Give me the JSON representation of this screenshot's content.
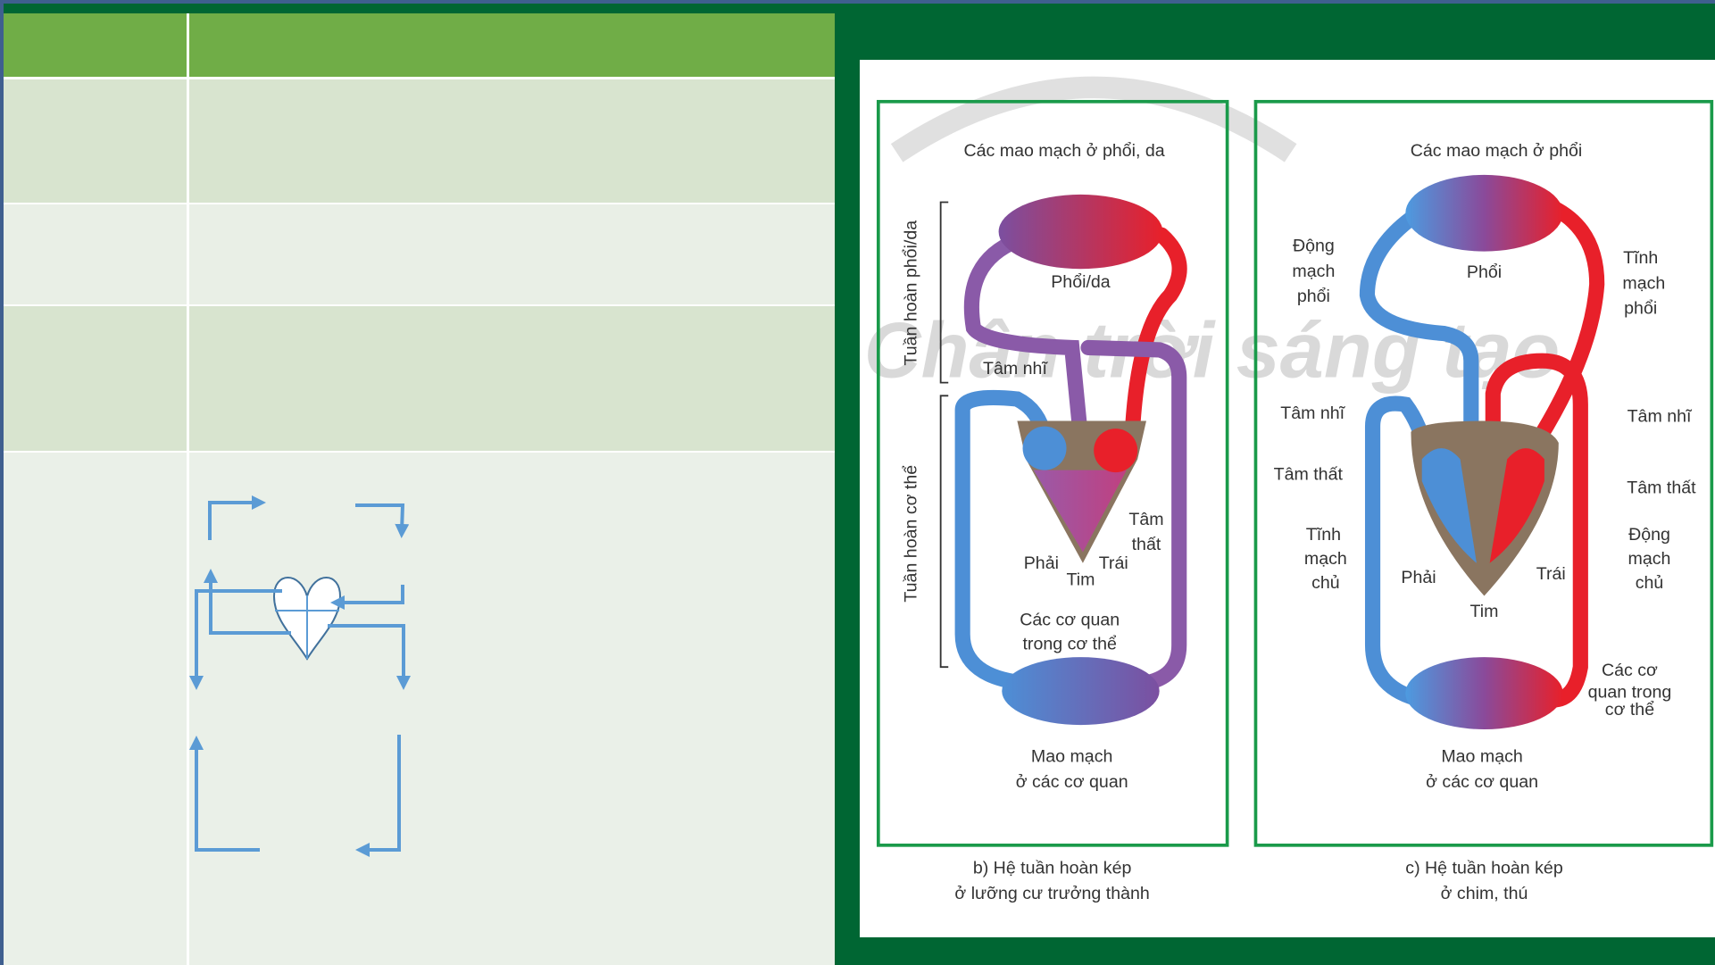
{
  "table": {
    "rows": 5,
    "columns": 2,
    "cells_text": []
  },
  "colors": {
    "header": "#70ad47",
    "row_dark": "#d8e4cf",
    "row_light": "#e9efe6",
    "arrow": "#5b9bd5",
    "background": "#006633"
  },
  "figure": {
    "watermark": "Chân trời sáng tạo",
    "panel_b": {
      "top_capillaries": "Các mao mạch ở phổi, da",
      "lung": "Phổi/da",
      "pulmonary_loop": "Tuần hoàn phổi/da",
      "systemic_loop": "Tuần hoàn cơ thể",
      "atrium": "Tâm nhĩ",
      "ventricle_1": "Tâm",
      "ventricle_2": "thất",
      "right": "Phải",
      "left": "Trái",
      "heart": "Tim",
      "organs_1": "Các cơ quan",
      "organs_2": "trong cơ thể",
      "capillaries_1": "Mao mạch",
      "capillaries_2": "ở các cơ quan",
      "caption_1": "b) Hệ tuần hoàn kép",
      "caption_2": "ở lưỡng cư trưởng thành"
    },
    "panel_c": {
      "top_capillaries": "Các mao mạch ở phổi",
      "lung": "Phổi",
      "pulm_artery": [
        "Động",
        "mạch",
        "phổi"
      ],
      "pulm_vein": [
        "Tĩnh",
        "mạch",
        "phổi"
      ],
      "atrium_left_label": "Tâm nhĩ",
      "atrium_right_label": "Tâm nhĩ",
      "ventricle_left_label": "Tâm thất",
      "ventricle_right_label": "Tâm thất",
      "vena_cava": [
        "Tĩnh",
        "mạch",
        "chủ"
      ],
      "aorta": [
        "Động",
        "mạch",
        "chủ"
      ],
      "right": "Phải",
      "left": "Trái",
      "heart": "Tim",
      "organs": [
        "Các cơ",
        "quan trong",
        "cơ thể"
      ],
      "capillaries_1": "Mao mạch",
      "capillaries_2": "ở các cơ quan",
      "caption_1": "c) Hệ tuần hoàn kép",
      "caption_2": "ở chim, thú"
    }
  }
}
